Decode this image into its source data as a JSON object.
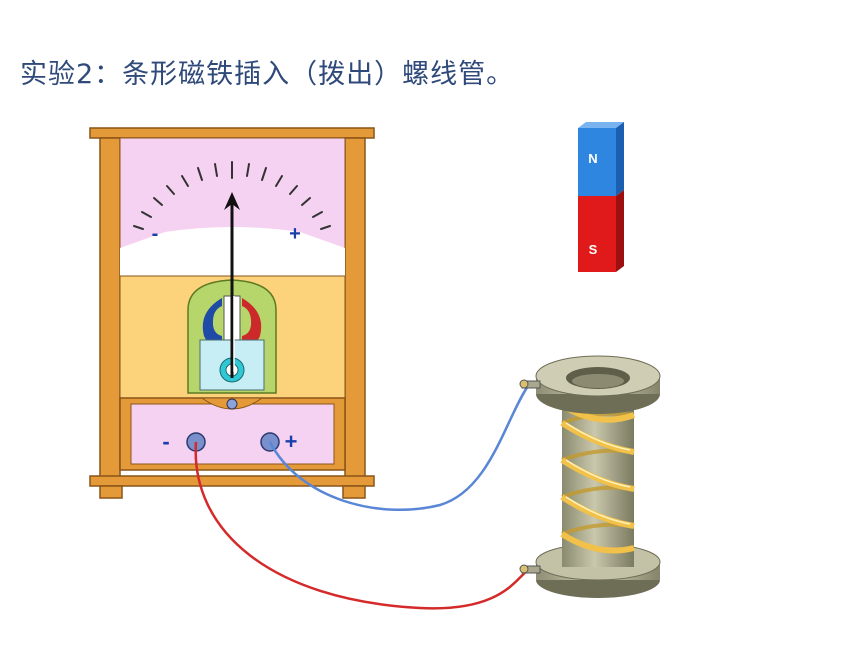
{
  "title": "实验2：条形磁铁插入（拨出）螺线管。",
  "galvanometer": {
    "scale_minus_label": "-",
    "scale_plus_label": "+",
    "terminal_minus_label": "-",
    "terminal_plus_label": "+"
  },
  "bar_magnet": {
    "north_label": "N",
    "south_label": "S",
    "north_color": "#2f86e0",
    "south_color": "#e01a1a"
  },
  "wires": {
    "positive_wire_color": "#5a86d6",
    "negative_wire_color": "#d42a2a"
  },
  "colors": {
    "frame": "#e59a3a",
    "dial_face": "#f6d2f2",
    "lower_panel": "#fcd27a",
    "coil_winding": "#f1c14a",
    "spool": "#b7b59a"
  }
}
